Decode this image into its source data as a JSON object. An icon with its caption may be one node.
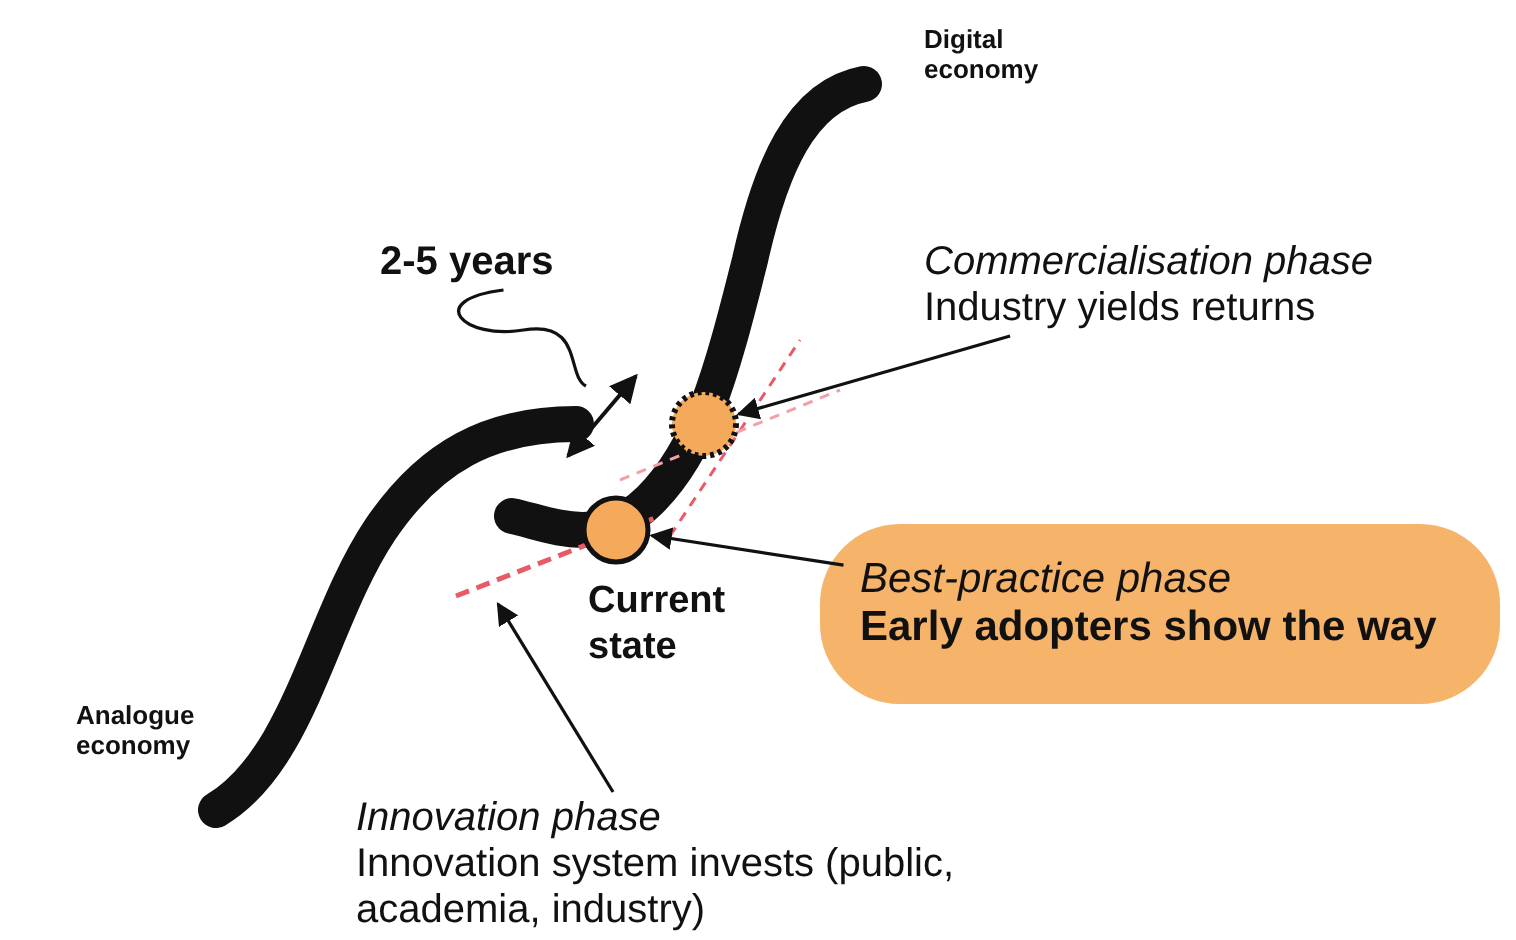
{
  "diagram": {
    "nodes": [
      {
        "text": [
          "Digital economy"
        ]
      },
      {
        "text": [
          "Analogue economy"
        ]
      },
      {
        "text": [
          "2-5 years"
        ]
      },
      {
        "text": [],
        "shape": "circle",
        "beside": [
          "Current state"
        ]
      },
      {
        "text": [],
        "shape": "circle"
      },
      {
        "text": [
          "Commercialisation phase",
          "Industry yields returns"
        ]
      },
      {
        "text": [
          "Best-practice phase",
          "Early adopters show the way"
        ]
      },
      {
        "text": [
          "Innovation phase",
          "Innovation system invests (public, academia, industry)"
        ]
      }
    ],
    "edges": [
      {
        "from": 2,
        "to": null,
        "arrow": "none"
      },
      {
        "from": 5,
        "to": 4,
        "arrow": "to"
      },
      {
        "from": 6,
        "to": 3,
        "arrow": "to"
      },
      {
        "from": 7,
        "to": null,
        "arrow": "to"
      }
    ]
  }
}
